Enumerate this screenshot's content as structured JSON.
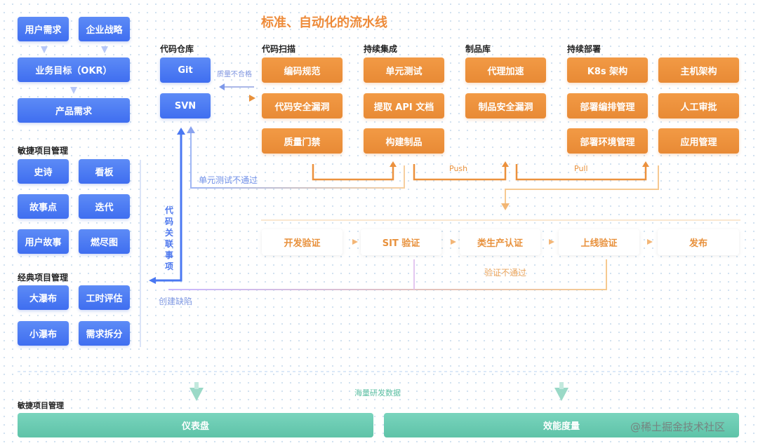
{
  "title": "标准、自动化的流水线",
  "left": {
    "top_boxes": [
      "用户需求",
      "企业战略"
    ],
    "okr": "业务目标（OKR）",
    "product": "产品需求",
    "agile_header": "敏捷项目管理",
    "agile_items": [
      "史诗",
      "看板",
      "故事点",
      "迭代",
      "用户故事",
      "燃尽图"
    ],
    "classic_header": "经典项目管理",
    "classic_items": [
      "大瀑布",
      "工时评估",
      "小瀑布",
      "需求拆分"
    ]
  },
  "repo": {
    "header": "代码仓库",
    "items": [
      "Git",
      "SVN"
    ],
    "quality_fail": "质量不合格"
  },
  "scan": {
    "header": "代码扫描",
    "items": [
      "编码规范",
      "代码安全漏洞",
      "质量门禁"
    ]
  },
  "ci": {
    "header": "持续集成",
    "items": [
      "单元测试",
      "提取 API 文档",
      "构建制品"
    ]
  },
  "artifact": {
    "header": "制品库",
    "items": [
      "代理加速",
      "制品安全漏洞"
    ]
  },
  "cd": {
    "header": "持续部署",
    "col1": [
      "K8s 架构",
      "部署编排管理",
      "部署环境管理"
    ],
    "col2": [
      "主机架构",
      "人工审批",
      "应用管理"
    ]
  },
  "flow_labels": {
    "push": "Push",
    "pull": "Pull",
    "unit_fail": "单元测试不通过",
    "link_items": "代码关联事项",
    "create_defect": "创建缺陷",
    "verify_fail": "验证不通过"
  },
  "release": [
    "开发验证",
    "SIT 验证",
    "类生产认证",
    "上线验证",
    "发布"
  ],
  "bottom": {
    "data_label": "海量研发数据",
    "header": "敏捷项目管理",
    "dashboard": "仪表盘",
    "efficiency": "效能度量"
  },
  "watermark": "@稀土掘金技术社区",
  "colors": {
    "blue": "#4a78f2",
    "orange": "#ec913d",
    "green": "#68c9b0",
    "title": "#ee8b3a"
  }
}
